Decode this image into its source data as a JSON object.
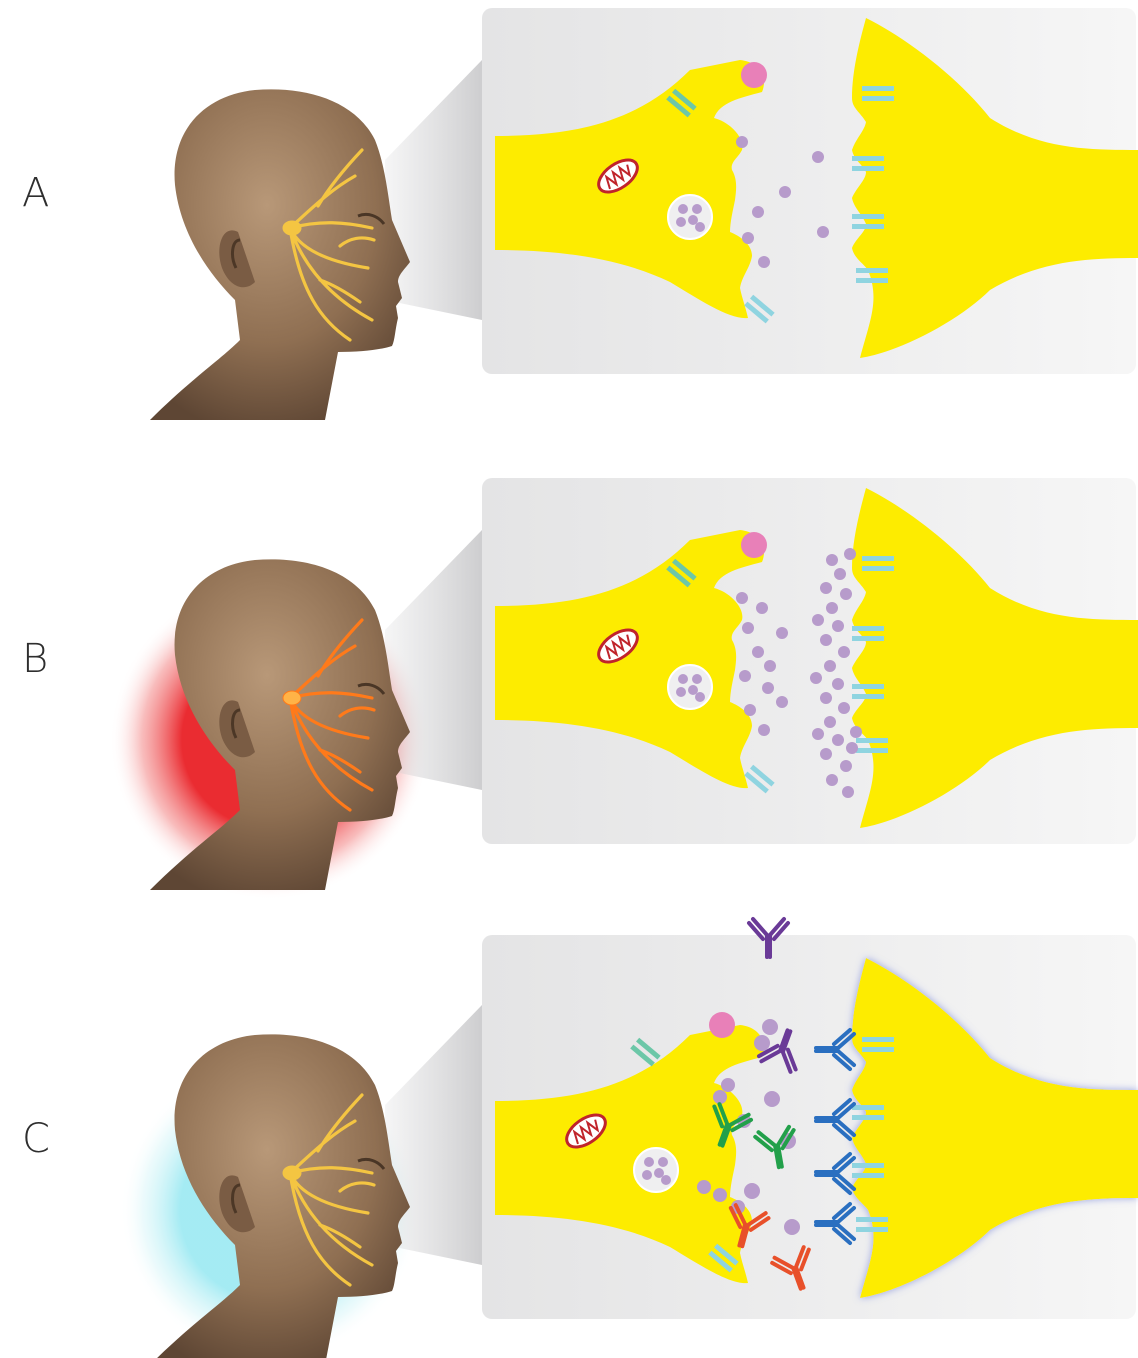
{
  "panels": [
    {
      "id": "A",
      "label": "A",
      "state": "normal",
      "head_glow": "none",
      "nerve_color": "#f4c542"
    },
    {
      "id": "B",
      "label": "B",
      "state": "excess-neurotransmitter",
      "head_glow": "#e8141a",
      "nerve_color": "#ff7a1a"
    },
    {
      "id": "C",
      "label": "C",
      "state": "antibodies-present",
      "head_glow": "#8ee6f0",
      "nerve_color": "#f4c542"
    }
  ],
  "colors": {
    "neuron": "#fdec00",
    "panel_bg": "#e9e9ea",
    "vesicle_dot": "#b79bcb",
    "pink_ball": "#e880b8",
    "receptor": "#8fd4e0",
    "channel_green": "#6cc7a8",
    "mitochondrion": "#c0242b",
    "antibody_purple": "#6a3a97",
    "antibody_blue": "#2a6fc0",
    "antibody_green": "#22a04a",
    "antibody_red": "#e8502a",
    "skin": "#9a7a5c"
  },
  "icons": [
    "head-profile-icon",
    "synapse-icon",
    "mitochondrion-icon",
    "antibody-icon",
    "receptor-icon"
  ]
}
